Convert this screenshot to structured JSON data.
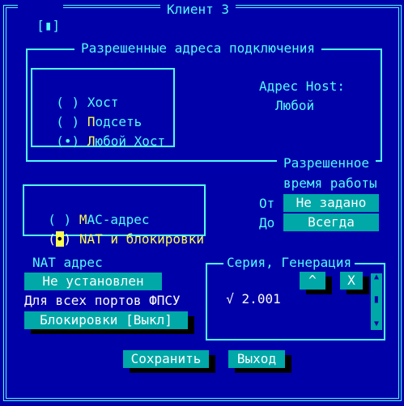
{
  "window": {
    "close_icon": "[▮]",
    "title": "Клиент 3"
  },
  "allowed_addresses": {
    "title": "Разрешенные адреса подключения",
    "options": [
      {
        "marker": "( )",
        "label": "Хост",
        "selected": false
      },
      {
        "marker": "( )",
        "label_hotkey": "П",
        "label_rest": "одсеть",
        "selected": false
      },
      {
        "marker": "(•)",
        "label_hotkey": "Л",
        "label_rest": "юбой Хост",
        "selected": true
      }
    ],
    "host_address_label": "Адрес Host:",
    "host_address_value": "Любой"
  },
  "mode": {
    "options": [
      {
        "marker": "( )",
        "label_hotkey": "M",
        "label_rest": "AC-адрес",
        "selected": false
      },
      {
        "marker_open": "(",
        "marker_dot": "•",
        "marker_close": ")",
        "label_hotkey": "N",
        "label_rest": "AT и блокировки",
        "selected": true
      }
    ]
  },
  "work_time": {
    "title_line1": "Разрешенное",
    "title_line2": "время работы",
    "from_label": "От",
    "from_value": "Не задано",
    "to_label": "До",
    "to_value": "Всегда"
  },
  "nat": {
    "label": "NAT адрес",
    "value": "Не установлен",
    "all_ports_label": "Для всех портов ФПСУ",
    "blocking_button": "Блокировки [Выкл]"
  },
  "series": {
    "title": "Серия, Генерация",
    "items": [
      {
        "check": "√",
        "value": "2.001"
      }
    ],
    "up_button": "^",
    "delete_button": "X",
    "scroll_up": "▲",
    "scroll_down": "▼",
    "scroll_thumb": "▮",
    "scroll_track": "▒"
  },
  "footer": {
    "save_label": "Сохранить",
    "exit_label": "Выход"
  },
  "colors": {
    "background": "#0000a8",
    "foreground": "#54fcfc",
    "highlight": "#fcfc54",
    "button": "#00a8a8",
    "button_text": "#fcfcfc"
  }
}
